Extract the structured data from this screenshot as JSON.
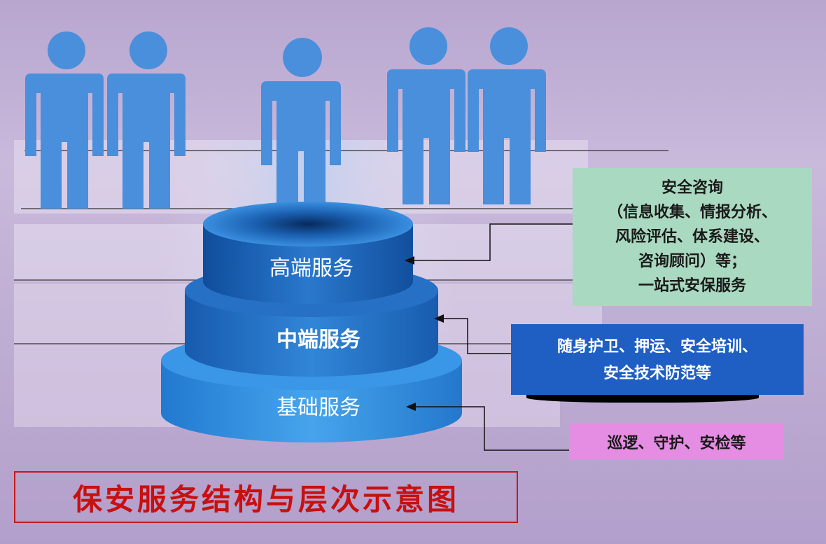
{
  "layers": {
    "high": "高端服务",
    "mid": "中端服务",
    "basic": "基础服务"
  },
  "descriptions": {
    "high": [
      "安全咨询",
      "（信息收集、情报分析、",
      "风险评估、体系建设、",
      "咨询顾问）等；",
      "一站式安保服务"
    ],
    "mid": [
      "随身护卫、押运、安全培训、",
      "安全技术防范等"
    ],
    "basic": "巡逻、守护、安检等"
  },
  "title": "保安服务结构与层次示意图",
  "colors": {
    "people": "#4a8fdb",
    "tier_top": "#1d63b8",
    "tier_mid": "#1f72c9",
    "tier_base": "#2f8fe0",
    "consult_box": "#a9d9c0",
    "mid_box": "#1f5fc4",
    "basic_box": "#e58de2",
    "title_red": "#c81010"
  },
  "icons": [
    "person-icon",
    "person-icon",
    "person-icon",
    "person-icon",
    "person-icon"
  ]
}
